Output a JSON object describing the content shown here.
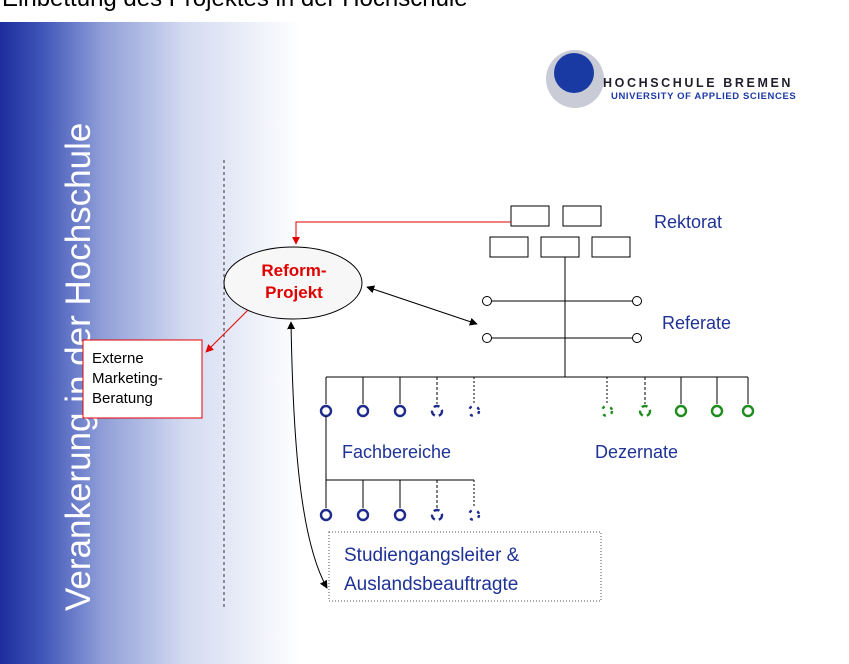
{
  "slide": {
    "top_title": "Einbettung des Projektes in der Hochschule",
    "side_title": "Verankerung in der Hochschule"
  },
  "logo": {
    "name": "HOCHSCHULE BREMEN",
    "subtitle": "UNIVERSITY OF APPLIED SCIENCES"
  },
  "diagram": {
    "reform_project": [
      "Reform-",
      "Projekt"
    ],
    "external_consulting": [
      "Externe",
      "Marketing-",
      "Beratung"
    ],
    "rectorate": "Rektorat",
    "departments": "Referate",
    "faculties": "Fachbereiche",
    "administration_units": "Dezernate",
    "program_leads": [
      "Studiengangsleiter &",
      "Auslandsbeauftragte"
    ]
  },
  "colors": {
    "side_band": "#1c2d9c",
    "label_blue": "#1f3296",
    "reform_red": "#e00000",
    "node_blue": "#1e2a8c",
    "node_green": "#1e8c1e"
  }
}
